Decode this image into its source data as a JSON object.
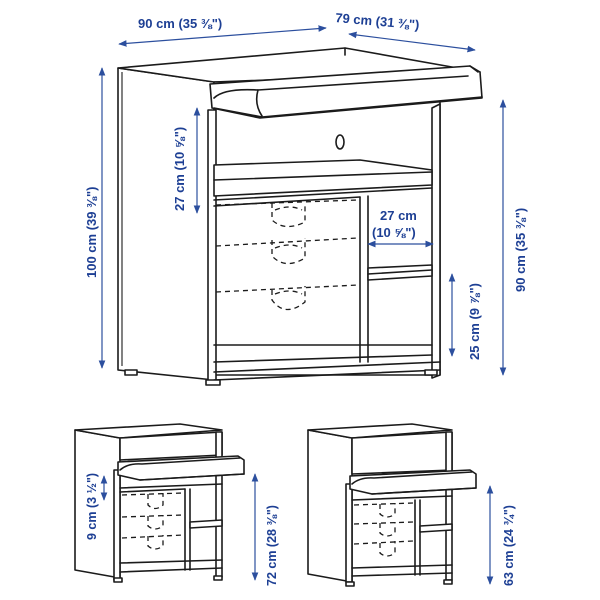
{
  "dimensions": {
    "main": {
      "width": "90 cm (35 ⅜\")",
      "depth": "79 cm (31 ⅜\")",
      "height": "100 cm (39 ⅜\")",
      "table_height": "90 cm (35 ⅜\")",
      "shelf_height": "27 cm (10 ⅝\")",
      "compartment_width_cm": "27 cm",
      "compartment_width_in": "(10 ⅝\")",
      "lower_compartment": "25 cm (9 ⅞\")"
    },
    "small_left": {
      "rail_height": "9 cm (3 ½\")",
      "table_height": "72 cm (28 ⅜\")"
    },
    "small_right": {
      "table_height": "63 cm (24 ¾\")"
    }
  },
  "colors": {
    "dimension": "#1d3f94",
    "outline": "#1b1b1b"
  }
}
